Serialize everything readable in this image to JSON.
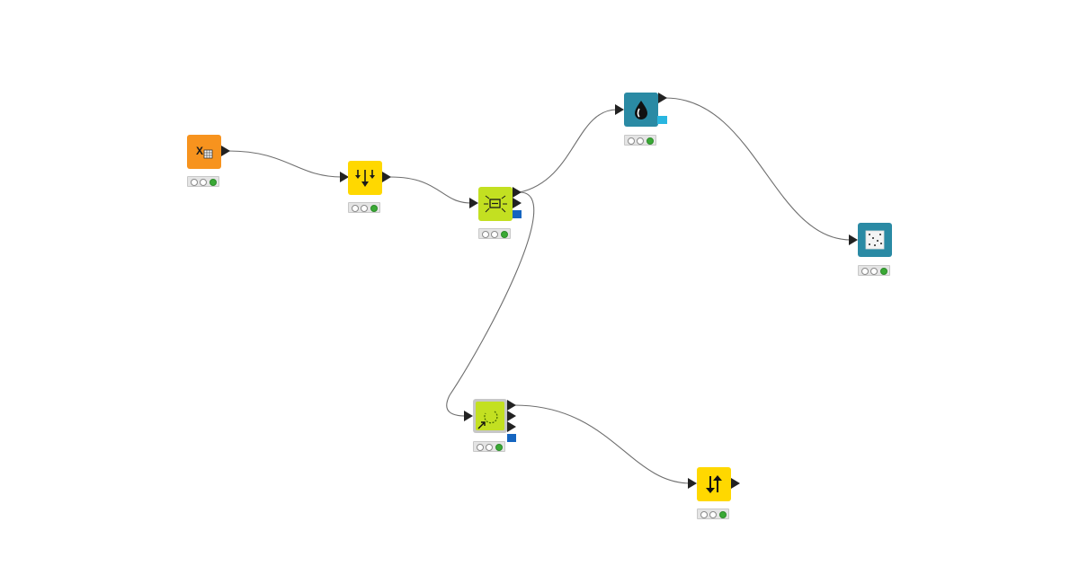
{
  "workflow": {
    "nodes": [
      {
        "id": "excel-reader",
        "category": "source",
        "color": "#f7931e",
        "icon": "excel-table-icon",
        "status": [
          "idle",
          "idle",
          "executed"
        ]
      },
      {
        "id": "column-filter",
        "category": "manipulator",
        "color": "#ffd800",
        "icon": "column-filter-icon",
        "status": [
          "idle",
          "idle",
          "executed"
        ]
      },
      {
        "id": "learner",
        "category": "learner",
        "color": "#c3e021",
        "icon": "learner-icon",
        "status": [
          "idle",
          "idle",
          "executed"
        ]
      },
      {
        "id": "color-manager",
        "category": "view",
        "color": "#2a8aa4",
        "icon": "color-drop-icon",
        "status": [
          "idle",
          "idle",
          "executed"
        ]
      },
      {
        "id": "scatter-view",
        "category": "view",
        "color": "#2a8aa4",
        "icon": "scatter-plot-icon",
        "status": [
          "idle",
          "idle",
          "executed"
        ]
      },
      {
        "id": "metanode",
        "category": "component",
        "color": "#c3e021",
        "icon": "loop-metanode-icon",
        "status": [
          "idle",
          "idle",
          "executed"
        ]
      },
      {
        "id": "sorter",
        "category": "manipulator",
        "color": "#ffd800",
        "icon": "sort-arrows-icon",
        "status": [
          "idle",
          "idle",
          "executed"
        ]
      }
    ],
    "connections": [
      {
        "from": "excel-reader",
        "to": "column-filter"
      },
      {
        "from": "column-filter",
        "to": "learner"
      },
      {
        "from": "learner",
        "to": "color-manager"
      },
      {
        "from": "color-manager",
        "to": "scatter-view"
      },
      {
        "from": "learner",
        "to": "metanode"
      },
      {
        "from": "metanode",
        "to": "sorter"
      }
    ]
  }
}
